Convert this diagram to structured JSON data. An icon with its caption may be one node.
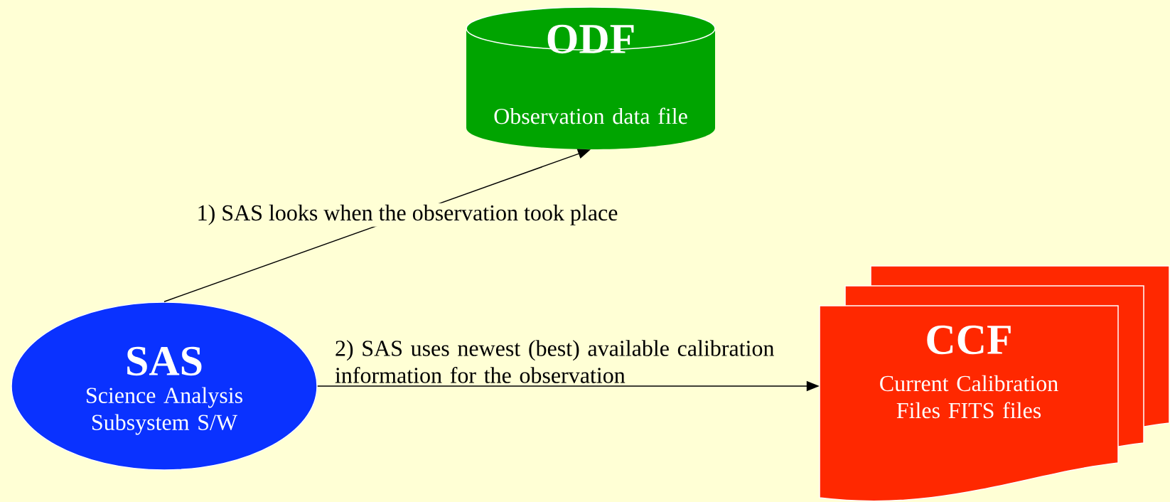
{
  "diagram": {
    "nodes": [
      {
        "text": [
          "ODF",
          "Observation data file"
        ]
      },
      {
        "text": [
          "SAS",
          "Science Analysis Subsystem S/W"
        ]
      },
      {
        "text": [
          "CCF",
          "Current Calibration Files FITS files"
        ]
      }
    ],
    "edges": [
      {
        "from": 1,
        "to": 0,
        "arrow": "to",
        "label": "1) SAS looks when the observation took place"
      },
      {
        "from": 1,
        "to": 2,
        "arrow": "to",
        "label": "2) SAS uses newest (best) available calibration information for the observation"
      }
    ]
  }
}
